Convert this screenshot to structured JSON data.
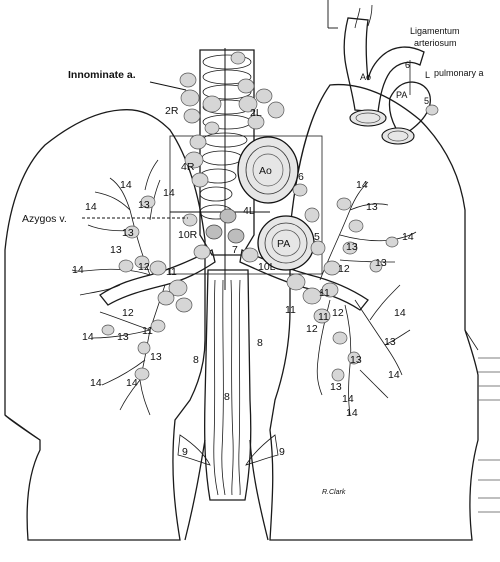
{
  "callouts": {
    "innominate": "Innominate a.",
    "azygos": "Azygos v."
  },
  "inset": {
    "ligamentum_line1": "Ligamentum",
    "ligamentum_line2": "arteriosum",
    "ao": "Ao",
    "pa": "PA",
    "n6": "6",
    "l": "L",
    "pulmonary": "pulmonary a",
    "n5": "5"
  },
  "vessels": {
    "ao": "Ao",
    "pa": "PA"
  },
  "stations": {
    "s2r": "2R",
    "s2l": "2L",
    "s4r": "4R",
    "s4l": "4L",
    "s10r": "10R",
    "s10l": "10L",
    "s6": "6",
    "s5": "5",
    "s7": "7",
    "s8a": "8",
    "s8b": "8",
    "s8c": "8",
    "s9a": "9",
    "s9b": "9",
    "r14a": "14",
    "r14b": "14",
    "r13a": "13",
    "r13b": "13",
    "r14c": "14",
    "r13c": "13",
    "r14d": "14",
    "r12a": "12",
    "r11a": "11",
    "r12b": "12",
    "r11b": "11",
    "r14e": "14",
    "r13d": "13",
    "r13e": "13",
    "r14f": "14",
    "r14g": "14",
    "l14a": "14",
    "l13a": "13",
    "l14b": "14",
    "l13b": "13",
    "l12a": "12",
    "l13c": "13",
    "l11a": "11",
    "l11b": "11",
    "l12b": "12",
    "l14c": "14",
    "l11c": "11",
    "l12c": "12",
    "l13d": "13",
    "l13e": "13",
    "l14d": "14",
    "l13f": "13",
    "l14e": "14",
    "l14f": "14"
  },
  "signature": "R.Clark"
}
